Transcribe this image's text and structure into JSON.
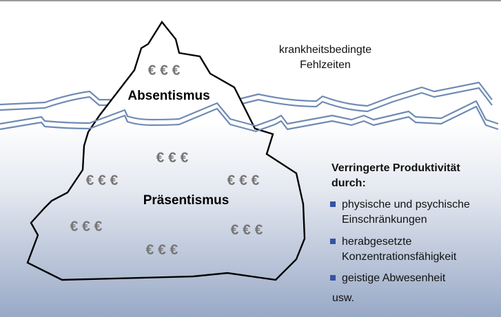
{
  "caption_top": [
    "krankheitsbedingte",
    "Fehlzeiten"
  ],
  "iceberg": {
    "above_label": "Absentismus",
    "below_label": "Präsentismus",
    "currency_group": "€ € €"
  },
  "productivity": {
    "heading": [
      "Verringerte Produktivität",
      "durch:"
    ],
    "items": [
      [
        "physische und psychische",
        "Einschränkungen"
      ],
      [
        "herabgesetzte",
        "Konzentrationsfähigkeit"
      ],
      [
        "geistige Abwesenheit"
      ]
    ],
    "more": "usw."
  },
  "colors": {
    "water": "#6f8ab5",
    "bullet": "#3553a3",
    "deep": "#98a9c6"
  }
}
